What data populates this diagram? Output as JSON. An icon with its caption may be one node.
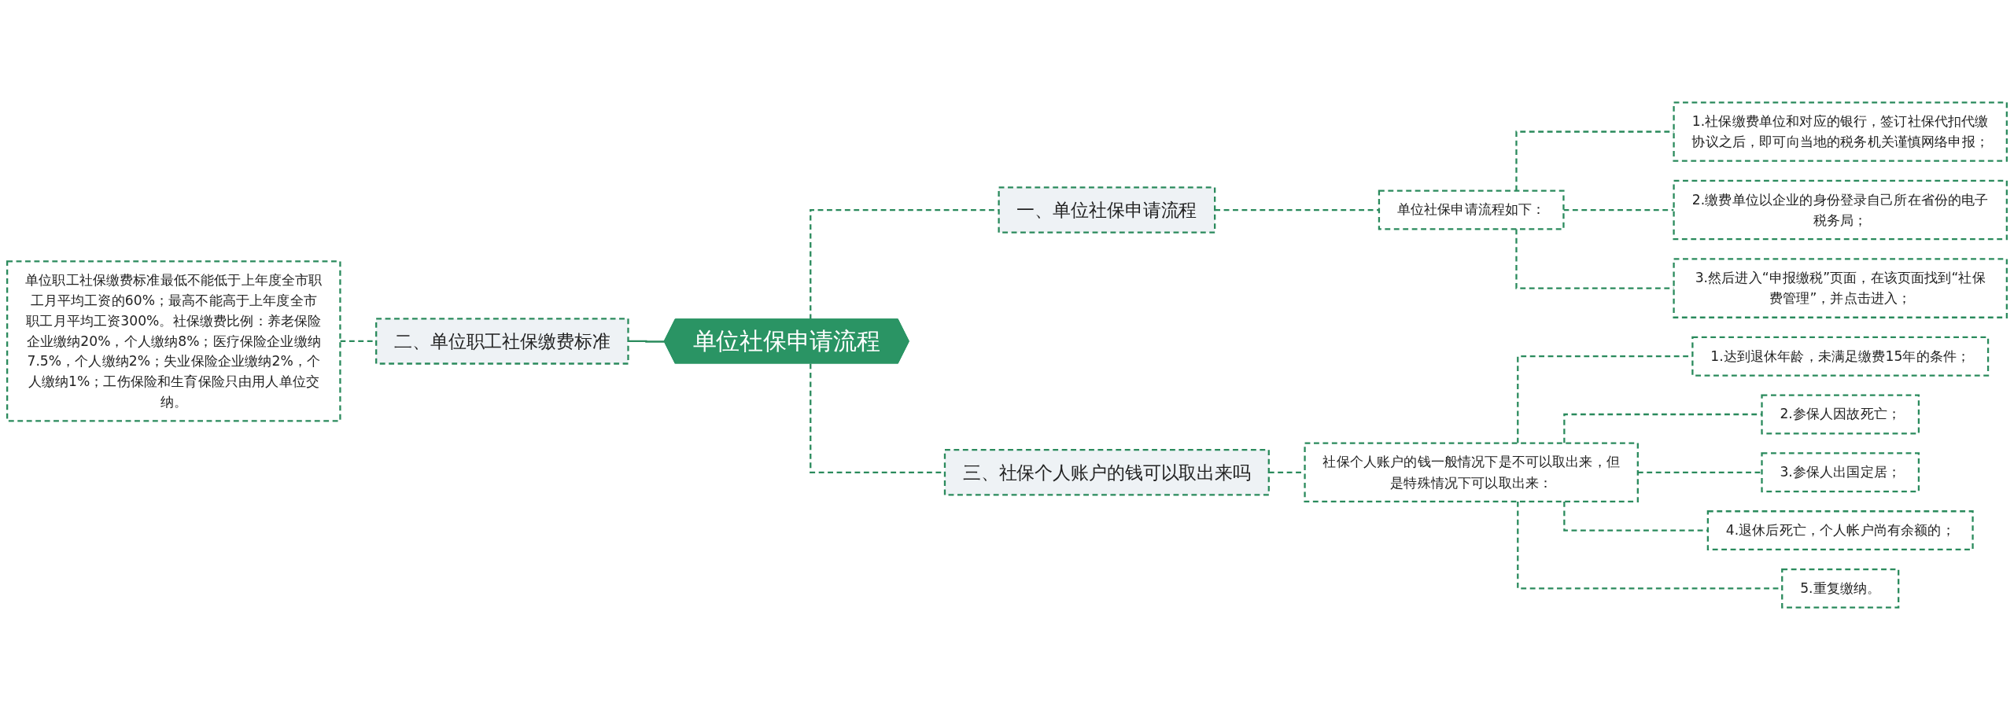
{
  "diagram": {
    "nodes": [
      {
        "text": [
          "单位社保申请流程"
        ]
      },
      {
        "text": [
          "一、单位社保申请流程"
        ]
      },
      {
        "text": [
          "单位社保申请流程如下："
        ]
      },
      {
        "text": [
          "1.社保缴费单位和对应的银行，签订社保代扣代缴协议之后，即可向当地的税务机关谨慎网络申报；"
        ]
      },
      {
        "text": [
          "2.缴费单位以企业的身份登录自己所在省份的电子税务局；"
        ]
      },
      {
        "text": [
          "3.然后进入“申报缴税”页面，在该页面找到“社保费管理”，并点击进入；"
        ]
      },
      {
        "text": [
          "二、单位职工社保缴费标准"
        ]
      },
      {
        "text": [
          "单位职工社保缴费标准最低不能低于上年度全市职工月平均工资的60%；最高不能高于上年度全市职工月平均工资300%。社保缴费比例：养老保险企业缴纳20%，个人缴纳8%；医疗保险企业缴纳7.5%，个人缴纳2%；失业保险企业缴纳2%，个人缴纳1%；工伤保险和生育保险只由用人单位交纳。"
        ]
      },
      {
        "text": [
          "三、社保个人账户的钱可以取出来吗"
        ]
      },
      {
        "text": [
          "社保个人账户的钱一般情况下是不可以取出来，但是特殊情况下可以取出来："
        ]
      },
      {
        "text": [
          "1.达到退休年龄，未满足缴费15年的条件；"
        ]
      },
      {
        "text": [
          "2.参保人因故死亡；"
        ]
      },
      {
        "text": [
          "3.参保人出国定居；"
        ]
      },
      {
        "text": [
          "4.退休后死亡，个人帐户尚有余额的；"
        ]
      },
      {
        "text": [
          "5.重复缴纳。"
        ]
      }
    ],
    "edges": [
      {
        "from": 0,
        "to": 1,
        "arrow": "none",
        "style": "dashed"
      },
      {
        "from": 1,
        "to": 2,
        "arrow": "none",
        "style": "dashed"
      },
      {
        "from": 2,
        "to": 3,
        "arrow": "none",
        "style": "dashed"
      },
      {
        "from": 2,
        "to": 4,
        "arrow": "none",
        "style": "dashed"
      },
      {
        "from": 2,
        "to": 5,
        "arrow": "none",
        "style": "dashed"
      },
      {
        "from": 0,
        "to": 6,
        "arrow": "none"
      },
      {
        "from": 6,
        "to": 7,
        "arrow": "none",
        "style": "dashed"
      },
      {
        "from": 0,
        "to": 8,
        "arrow": "none",
        "style": "dashed"
      },
      {
        "from": 8,
        "to": 9,
        "arrow": "none",
        "style": "dashed"
      },
      {
        "from": 9,
        "to": 10,
        "arrow": "none",
        "style": "dashed"
      },
      {
        "from": 9,
        "to": 11,
        "arrow": "none",
        "style": "dashed"
      },
      {
        "from": 9,
        "to": 12,
        "arrow": "none",
        "style": "dashed"
      },
      {
        "from": 9,
        "to": 13,
        "arrow": "none",
        "style": "dashed"
      },
      {
        "from": 9,
        "to": 14,
        "arrow": "none",
        "style": "dashed"
      }
    ]
  }
}
